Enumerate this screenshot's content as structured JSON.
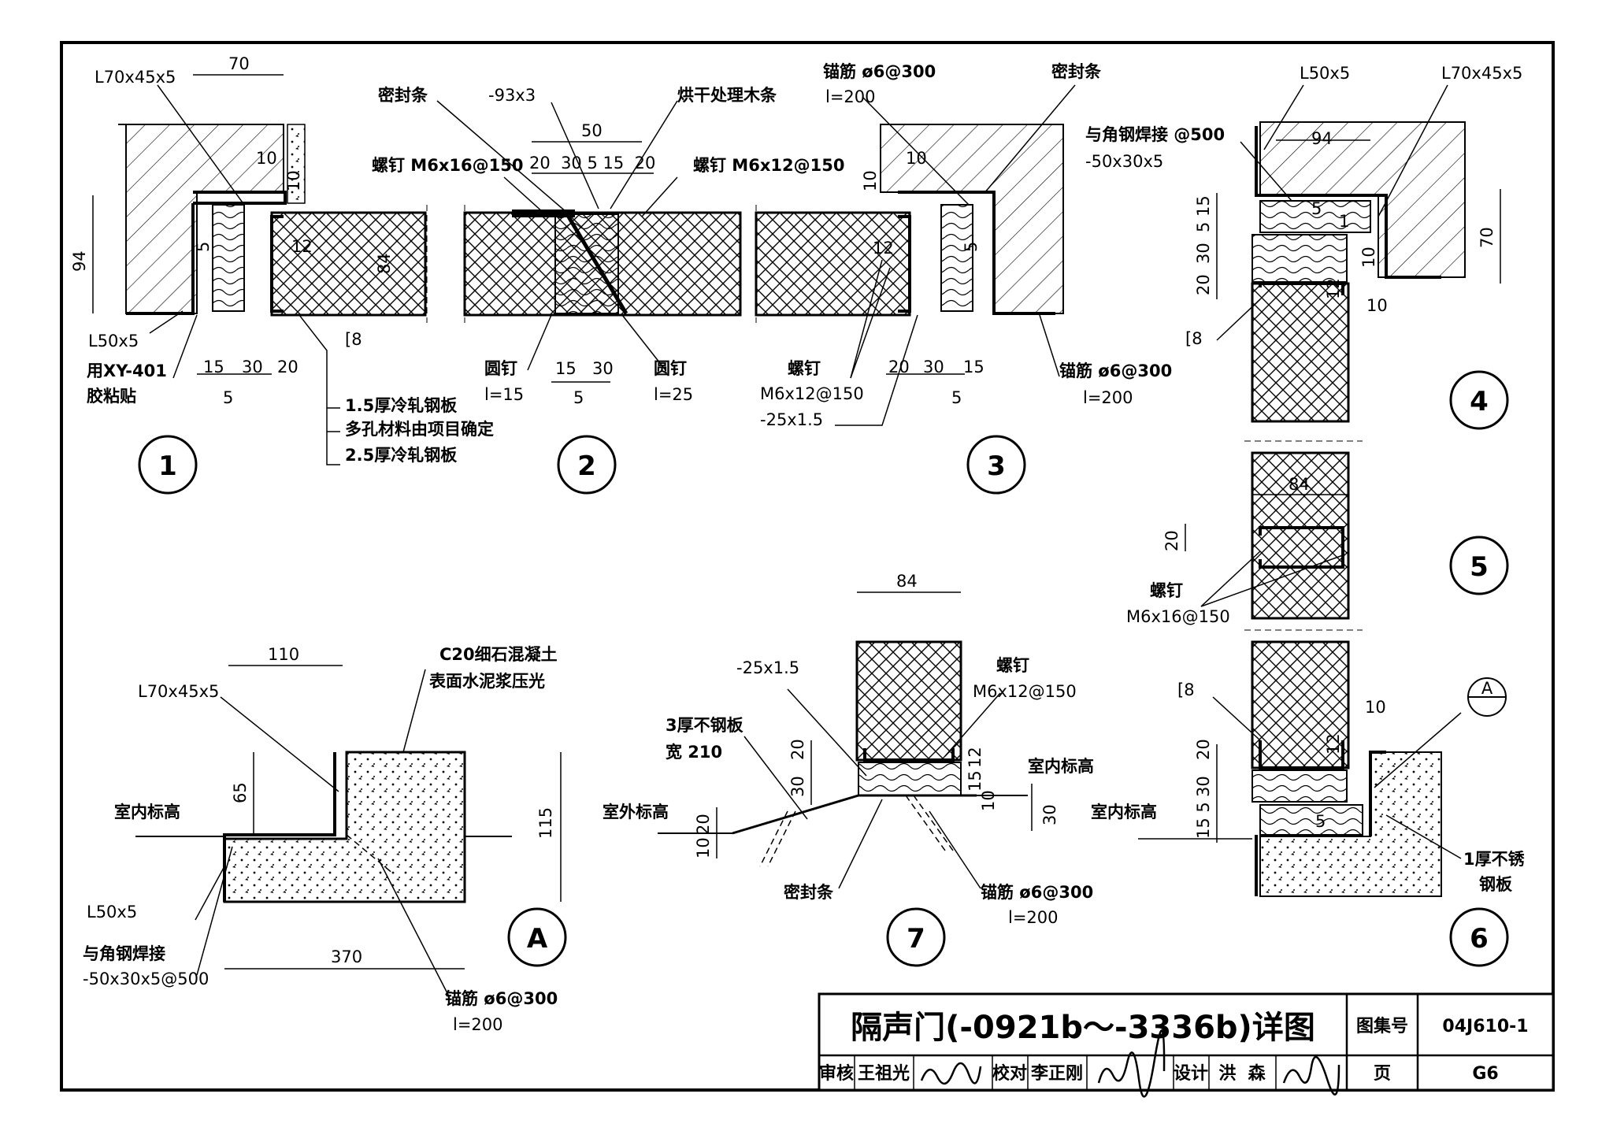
{
  "title_block": {
    "title": "隔声门(-0921b～-3336b)详图",
    "atlas_label": "图集号",
    "atlas_no": "04J610-1",
    "page_label": "页",
    "page_no": "G6",
    "review_label": "审核",
    "reviewer": "王祖光",
    "check_label": "校对",
    "checker": "李正刚",
    "design_label": "设计",
    "designer": "洪  森"
  },
  "detail_numbers": [
    "1",
    "2",
    "3",
    "4",
    "5",
    "6",
    "7",
    "A"
  ],
  "detail1": {
    "angle_top": "L70x45x5",
    "dim_top": "70",
    "dim_10": "10",
    "dim_10b": "10",
    "dim_94": "94",
    "dim_5": "5",
    "dim_12": "12",
    "dim_84": "84",
    "angle_bottom": "L50x5",
    "glue_1": "用XY-401",
    "glue_2": "胶粘贴",
    "dim_15": "15",
    "dim_30": "30",
    "dim_20": "20",
    "dim_5b": "5",
    "channel": "[8",
    "note_1": "1.5厚冷轧钢板",
    "note_2": "多孔材料由项目确定",
    "note_3": "2.5厚冷轧钢板"
  },
  "detail2": {
    "seal": "密封条",
    "plate": "-93x3",
    "wood": "烘干处理木条",
    "dim_50": "50",
    "dim_row": "20  30 5 15  20",
    "screw_left": "螺钉 M6x16@150",
    "screw_right": "螺钉 M6x12@150",
    "nail_left": "圆钉",
    "nail_left_len": "l=15",
    "nail_right": "圆钉",
    "nail_right_len": "l=25",
    "dim_15": "15",
    "dim_30": "30",
    "dim_5": "5"
  },
  "detail3": {
    "anchor_top": "锚筋 ø6@300",
    "anchor_top_len": "l=200",
    "seal": "密封条",
    "dim_10": "10",
    "dim_10b": "10",
    "dim_12": "12",
    "dim_5": "5",
    "screw": "螺钉",
    "screw_spec": "M6x12@150",
    "strip": "-25x1.5",
    "dim_20": "20",
    "dim_30": "30",
    "dim_15": "15",
    "dim_5b": "5",
    "anchor_bottom": "锚筋 ø6@300",
    "anchor_bottom_len": "l=200"
  },
  "detail4": {
    "angle_left": "L50x5",
    "angle_right": "L70x45x5",
    "weld": "与角钢焊接 @500",
    "plate": "-50x30x5",
    "dim_94": "94",
    "dim_70": "70",
    "dim_5_15": "5 15",
    "dim_30": "30",
    "dim_20": "20",
    "dim_5": "5",
    "dim_1": "1",
    "dim_10": "10",
    "dim_12": "12",
    "dim_10b": "10",
    "channel": "[8"
  },
  "detail5": {
    "dim_84": "84",
    "dim_20": "20",
    "screw": "螺钉",
    "screw_spec": "M6x16@150"
  },
  "detail6": {
    "channel": "[8",
    "dim_10": "10",
    "dim_20": "20",
    "dim_12": "12",
    "dim_30": "30",
    "dim_15_5": "15 5",
    "dim_5": "5",
    "indoor": "室内标高",
    "section_mark": "A",
    "steel_1": "1厚不锈",
    "steel_2": "钢板"
  },
  "detail7": {
    "dim_84": "84",
    "strip": "-25x1.5",
    "screw": "螺钉",
    "screw_spec": "M6x12@150",
    "plate_1": "3厚不钢板",
    "plate_2": "宽 210",
    "dim_20": "20",
    "dim_30": "30",
    "dim_12": "12",
    "dim_15": "15",
    "dim_10": "10",
    "dim_30b": "30",
    "dim_20b": "20",
    "dim_10b": "10",
    "outdoor": "室外标高",
    "indoor": "室内标高",
    "seal": "密封条",
    "anchor": "锚筋 ø6@300",
    "anchor_len": "l=200"
  },
  "detailA": {
    "dim_110": "110",
    "concrete_1": "C20细石混凝土",
    "concrete_2": "表面水泥浆压光",
    "angle_top": "L70x45x5",
    "dim_65": "65",
    "dim_115": "115",
    "indoor": "室内标高",
    "angle_bottom": "L50x5",
    "weld": "与角钢焊接",
    "plate": "-50x30x5@500",
    "dim_370": "370",
    "anchor": "锚筋 ø6@300",
    "anchor_len": "l=200"
  }
}
